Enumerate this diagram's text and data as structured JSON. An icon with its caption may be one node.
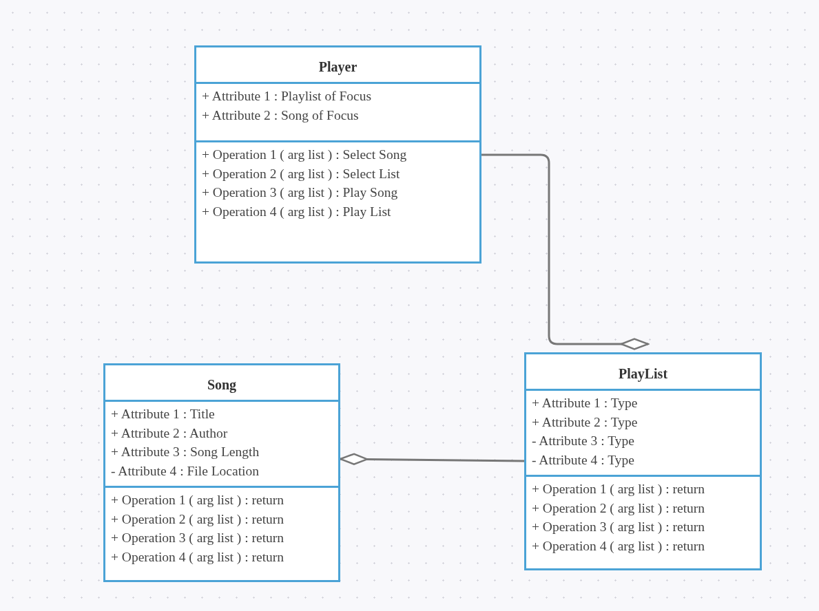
{
  "diagram": {
    "nodes": [
      {
        "text": [
          "Player"
        ]
      },
      {
        "text": [
          "+ Attribute 1 : Playlist of Focus",
          "+ Attribute 2 : Song of Focus"
        ],
        "in": 0
      },
      {
        "text": [
          "+ Operation 1 ( arg list ) : Select Song",
          "+ Operation 2 ( arg list ) : Select List",
          "+ Operation 3 ( arg list ) : Play Song",
          "+ Operation 4 ( arg list ) : Play List"
        ],
        "in": 0
      },
      {
        "text": [
          "Song"
        ]
      },
      {
        "text": [
          "+ Attribute 1 : Title",
          "+ Attribute 2 : Author",
          "+ Attribute 3 : Song Length",
          "- Attribute 4 : File Location"
        ],
        "in": 3
      },
      {
        "text": [
          "+ Operation 1 ( arg list ) : return",
          "+ Operation 2 ( arg list ) : return",
          "+ Operation 3 ( arg list ) : return",
          "+ Operation 4 ( arg list ) : return"
        ],
        "in": 3
      },
      {
        "text": [
          "PlayList"
        ]
      },
      {
        "text": [
          "+ Attribute 1 : Type",
          "+ Attribute 2 : Type",
          "- Attribute 3 : Type",
          "- Attribute 4 : Type"
        ],
        "in": 6
      },
      {
        "text": [
          "+ Operation 1 ( arg list ) : return",
          "+ Operation 2 ( arg list ) : return",
          "+ Operation 3 ( arg list ) : return",
          "+ Operation 4 ( arg list ) : return"
        ],
        "in": 6
      }
    ],
    "edges": [
      {
        "from": 6,
        "to": 0,
        "arrow": "other"
      },
      {
        "from": 3,
        "to": 6,
        "arrow": "other"
      }
    ]
  }
}
